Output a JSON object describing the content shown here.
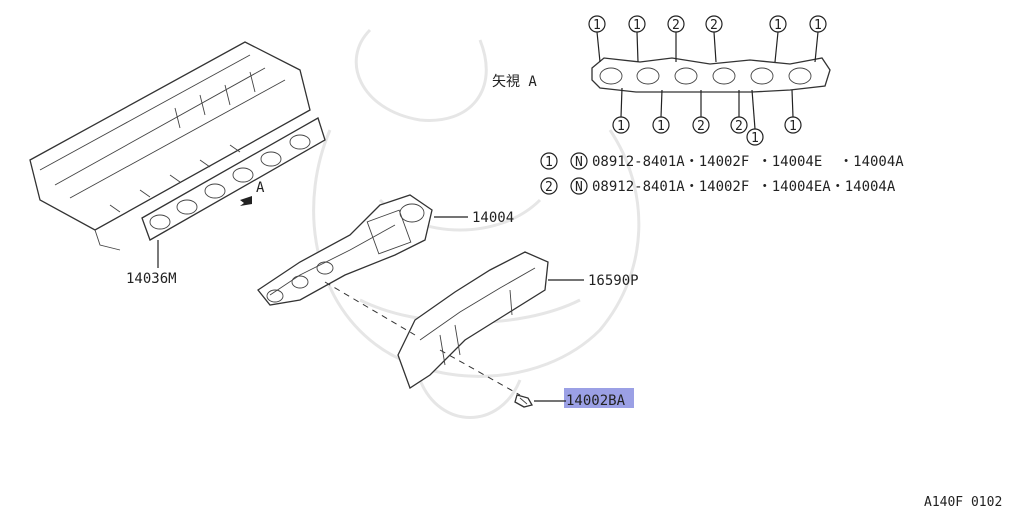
{
  "view": {
    "label": "矢視 A",
    "top_bolts": [
      "1",
      "1",
      "2",
      "2",
      "1",
      "1"
    ],
    "bottom_bolts": [
      "1",
      "1",
      "2",
      "2",
      "1",
      "1"
    ]
  },
  "legend": [
    {
      "num": "1",
      "text": "08912-8401A・14002F ・14004E  ・14004A"
    },
    {
      "num": "2",
      "text": "08912-8401A・14002F ・14004EA・14004A"
    }
  ],
  "callouts": {
    "manifold": "14004",
    "gasket": "14036M",
    "heat_shield": "16590P",
    "stud": "14002BA",
    "arrow_a": "A"
  },
  "highlight_color": "#8a8fe0",
  "figure_code": "A140F 0102"
}
